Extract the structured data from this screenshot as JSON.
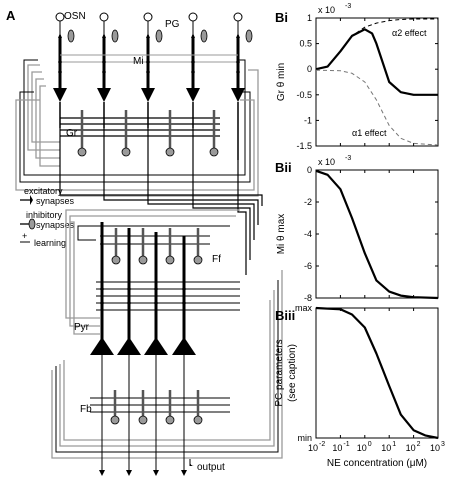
{
  "panel_a": {
    "label": "A",
    "cell_labels": {
      "osn": "OSN",
      "pg": "PG",
      "mi": "Mi",
      "gr": "Gr",
      "ff": "Ff",
      "pyr": "Pyr",
      "fb": "Fb",
      "output": "output"
    },
    "legend": {
      "excitatory_line1": "excitatory",
      "excitatory_line2": "synapses",
      "inhibitory_line1": "inhibitory",
      "inhibitory_line2": "synapses",
      "learning_sign": "+",
      "learning_label": "learning"
    }
  },
  "panel_b": {
    "x_axis_label": "NE concentration (μM)",
    "x_ticks": [
      "10",
      "10",
      "10",
      "10",
      "10",
      "10"
    ],
    "x_tick_exponents": [
      "-2",
      "-1",
      "0",
      "1",
      "2",
      "3"
    ],
    "panels": [
      {
        "label": "Bi",
        "ylabel": "Gr θ min",
        "multiplier": "x 10",
        "multiplier_exp": "-3",
        "yticks": [
          "1",
          "0.5",
          "0",
          "-0.5",
          "-1",
          "-1.5"
        ],
        "annotations": [
          "α2 effect",
          "α1 effect"
        ]
      },
      {
        "label": "Bii",
        "ylabel": "Mi θ max",
        "multiplier": "x 10",
        "multiplier_exp": "-3",
        "yticks": [
          "0",
          "-2",
          "-4",
          "-6",
          "-8"
        ]
      },
      {
        "label": "Biii",
        "ylabel_line1": "PC parameters",
        "ylabel_line2": "(see caption)",
        "yticks": [
          "max",
          "min"
        ]
      }
    ]
  },
  "chart_data": [
    {
      "type": "line",
      "ylabel": "Gr θ min",
      "xlabel": "NE concentration (μM)",
      "x_scale": "log",
      "xlim": [
        0.01,
        1000
      ],
      "ylim": [
        -1.5,
        1
      ],
      "y_multiplier": "x 10^-3",
      "series": [
        {
          "name": "",
          "style": "solid",
          "x": [
            0.01,
            0.03,
            0.1,
            0.3,
            1,
            2,
            3,
            10,
            30,
            100,
            1000
          ],
          "y": [
            0,
            0.05,
            0.35,
            0.65,
            0.78,
            0.7,
            0.5,
            -0.25,
            -0.45,
            -0.5,
            -0.5
          ]
        },
        {
          "name": "α2 effect",
          "style": "dashed",
          "x": [
            0.01,
            0.03,
            0.1,
            0.3,
            1,
            3,
            10,
            30,
            100,
            1000
          ],
          "y": [
            0,
            0.05,
            0.35,
            0.65,
            0.82,
            0.9,
            0.95,
            0.97,
            0.98,
            0.98
          ]
        },
        {
          "name": "α1 effect",
          "style": "dashed",
          "x": [
            0.01,
            0.1,
            0.3,
            1,
            3,
            10,
            30,
            100,
            1000
          ],
          "y": [
            -0.02,
            -0.03,
            -0.08,
            -0.25,
            -0.6,
            -1.1,
            -1.35,
            -1.45,
            -1.48
          ]
        }
      ]
    },
    {
      "type": "line",
      "ylabel": "Mi θ max",
      "xlabel": "NE concentration (μM)",
      "x_scale": "log",
      "xlim": [
        0.01,
        1000
      ],
      "ylim": [
        -8,
        0
      ],
      "y_multiplier": "x 10^-3",
      "series": [
        {
          "name": "",
          "style": "solid",
          "x": [
            0.01,
            0.03,
            0.1,
            0.3,
            1,
            3,
            10,
            30,
            100,
            1000
          ],
          "y": [
            -0.05,
            -0.3,
            -1.2,
            -3.0,
            -5.2,
            -6.9,
            -7.6,
            -7.85,
            -7.95,
            -8.0
          ]
        }
      ]
    },
    {
      "type": "line",
      "ylabel": "PC parameters (see caption)",
      "xlabel": "NE concentration (μM)",
      "x_scale": "log",
      "xlim": [
        0.01,
        1000
      ],
      "ylim": [
        0,
        1
      ],
      "y_ticklabels": [
        "min",
        "max"
      ],
      "series": [
        {
          "name": "",
          "style": "solid",
          "x": [
            0.01,
            0.1,
            0.3,
            1,
            3,
            10,
            30,
            100,
            300,
            1000
          ],
          "y": [
            1.0,
            0.99,
            0.95,
            0.85,
            0.65,
            0.4,
            0.18,
            0.06,
            0.02,
            0.0
          ]
        }
      ]
    }
  ]
}
